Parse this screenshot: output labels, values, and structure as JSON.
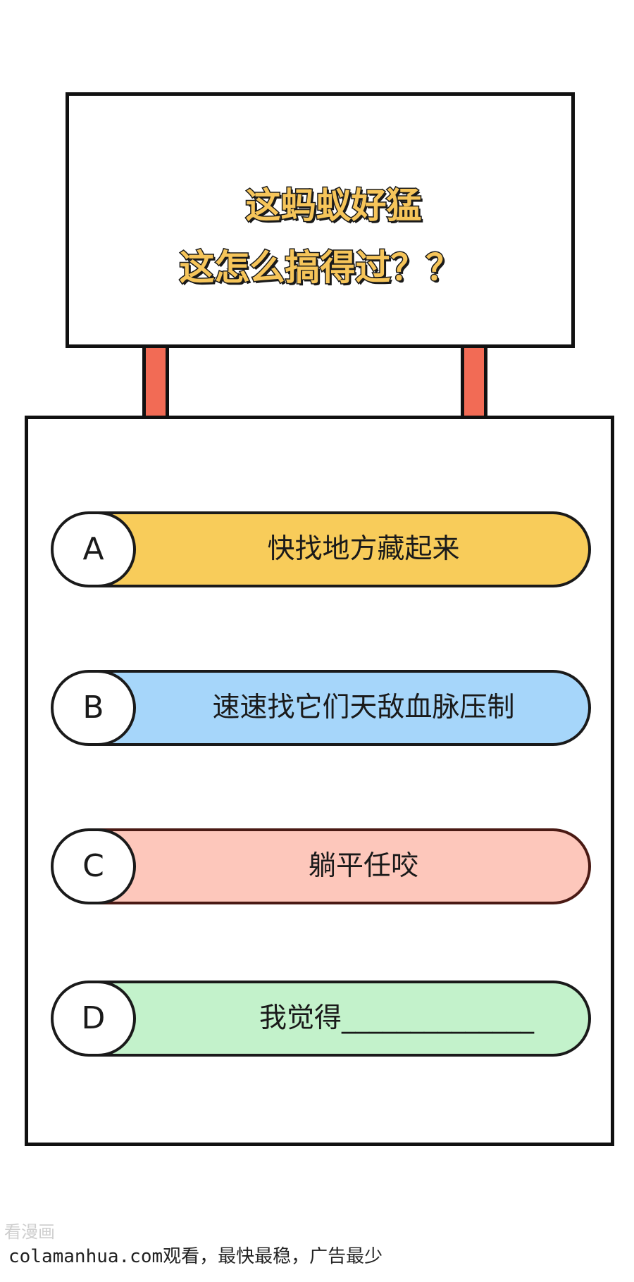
{
  "sign": {
    "line1": "这蚂蚁好猛",
    "line2": "这怎么搞得过？？"
  },
  "options": [
    {
      "letter": "A",
      "text": "快找地方藏起来",
      "color": "#f8cc5a"
    },
    {
      "letter": "B",
      "text": "速速找它们天敌血脉压制",
      "color": "#a6d6fa"
    },
    {
      "letter": "C",
      "text": "躺平任咬",
      "color": "#fdc7bb"
    },
    {
      "letter": "D",
      "text": "我觉得______________",
      "color": "#c3f2cb"
    }
  ],
  "watermark": "看漫画",
  "footer": "colamanhua.com观看，最快最稳，广告最少",
  "colors": {
    "post": "#f26b55",
    "title_fill": "#f6c55a",
    "outline": "#111111"
  }
}
